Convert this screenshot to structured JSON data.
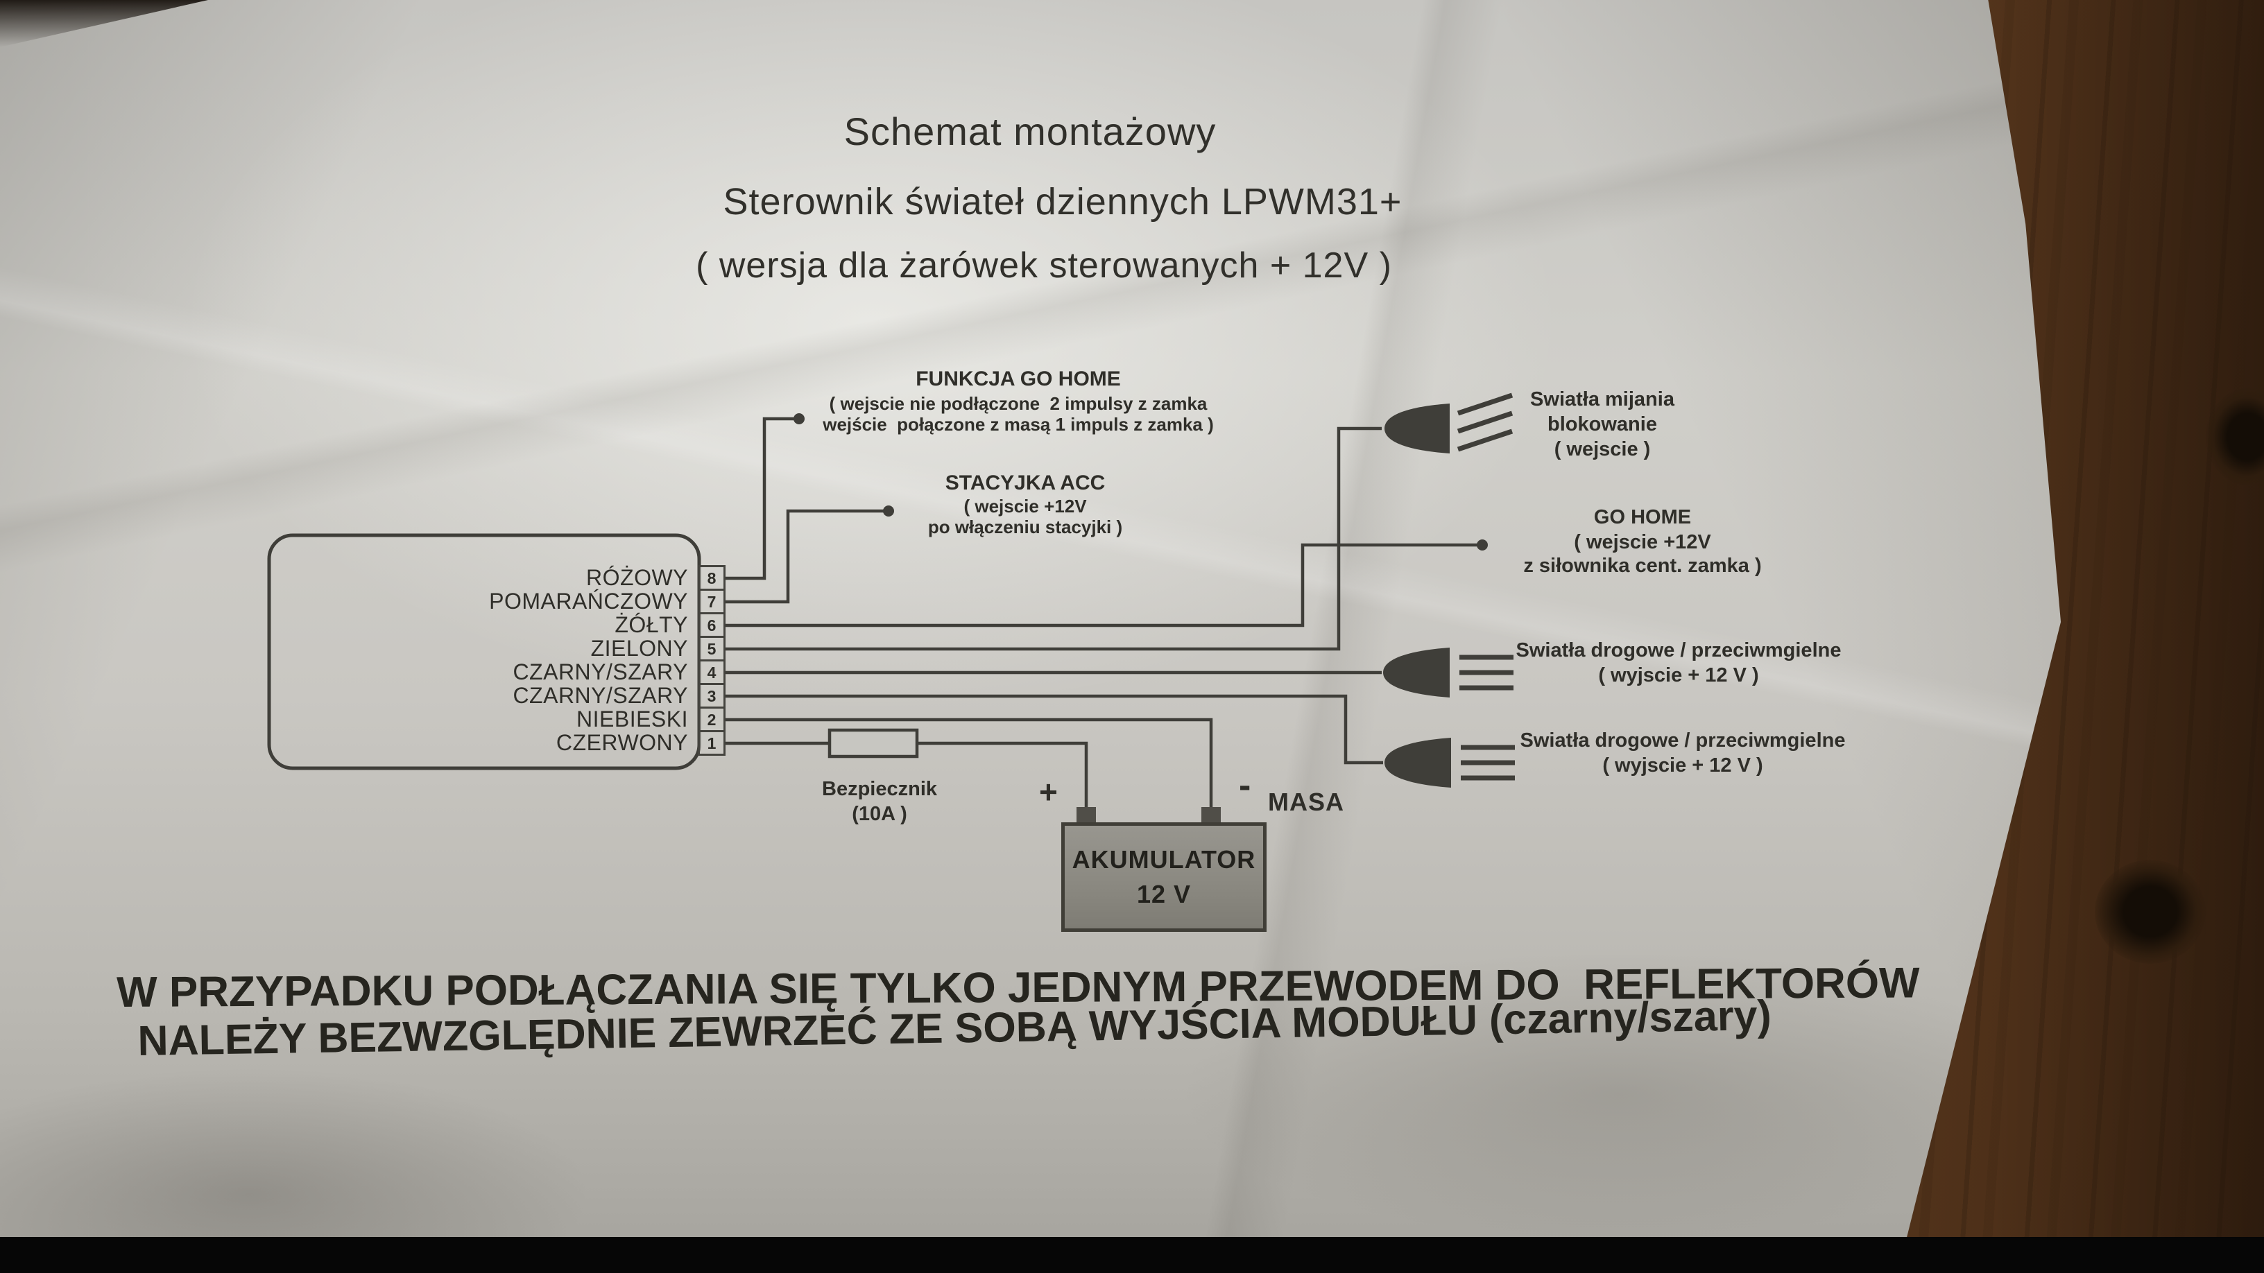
{
  "titles": {
    "line1": "Schemat montażowy",
    "line2": "Sterownik świateł dziennych LPWM31+",
    "line3": "( wersja dla żarówek sterowanych + 12V )"
  },
  "module": {
    "pins": [
      {
        "num": "8",
        "label": "RÓŻOWY"
      },
      {
        "num": "7",
        "label": "POMARAŃCZOWY"
      },
      {
        "num": "6",
        "label": "ŻÓŁTY"
      },
      {
        "num": "5",
        "label": "ZIELONY"
      },
      {
        "num": "4",
        "label": "CZARNY/SZARY"
      },
      {
        "num": "3",
        "label": "CZARNY/SZARY"
      },
      {
        "num": "2",
        "label": "NIEBIESKI"
      },
      {
        "num": "1",
        "label": "CZERWONY"
      }
    ]
  },
  "annotations": {
    "funkcja_go_home": {
      "title": "FUNKCJA GO HOME",
      "line1": "( wejscie nie podłączone  2 impulsy z zamka",
      "line2": "wejście  połączone z masą 1 impuls z zamka )"
    },
    "stacyjka_acc": {
      "title": "STACYJKA ACC",
      "line1": "( wejscie +12V",
      "line2": "po włączeniu stacyjki )"
    },
    "swiatla_mijania": {
      "line1": "Swiatła mijania",
      "line2": "blokowanie",
      "line3": "( wejscie )"
    },
    "go_home": {
      "line1": "GO HOME",
      "line2": "( wejscie +12V",
      "line3": "z siłownika cent. zamka )"
    },
    "swiatla_drogowe_1": {
      "line1": "Swiatła drogowe / przeciwmgielne",
      "line2": "( wyjscie + 12 V )"
    },
    "swiatla_drogowe_2": {
      "line1": "Swiatła drogowe / przeciwmgielne",
      "line2": "( wyjscie + 12 V )"
    }
  },
  "fuse": {
    "line1": "Bezpiecznik",
    "line2": "(10A )"
  },
  "battery": {
    "line1": "AKUMULATOR",
    "line2": "12 V",
    "plus": "+",
    "minus": "-",
    "masa": "MASA"
  },
  "footer": {
    "line1": "W PRZYPADKU PODŁĄCZANIA SIĘ TYLKO JEDNYM PRZEWODEM DO  REFLEKTORÓW",
    "line2": "NALEŻY BEZWZGLĘDNIE ZEWRZEĆ ZE SOBĄ WYJŚCIA MODUŁU (czarny/szary)"
  },
  "colors": {
    "paper": "#cbc9c4",
    "ink": "#2f2e29",
    "wood": "#6b4526",
    "battery_fill": "#8e8c84"
  }
}
